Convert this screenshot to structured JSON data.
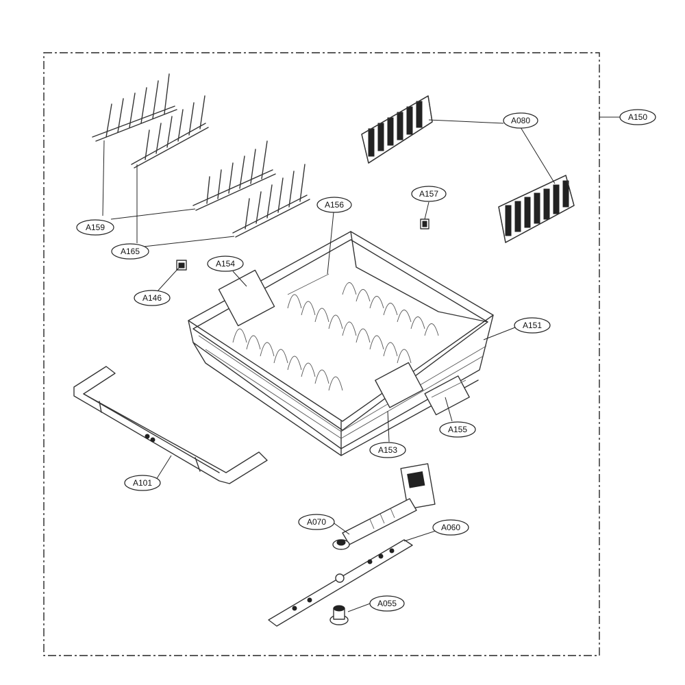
{
  "diagram": {
    "callouts": {
      "A150": "A150",
      "A080": "A080",
      "A157": "A157",
      "A156": "A156",
      "A159": "A159",
      "A165": "A165",
      "A154": "A154",
      "A146": "A146",
      "A151": "A151",
      "A155": "A155",
      "A153": "A153",
      "A101": "A101",
      "A070": "A070",
      "A060": "A060",
      "A055": "A055"
    }
  }
}
